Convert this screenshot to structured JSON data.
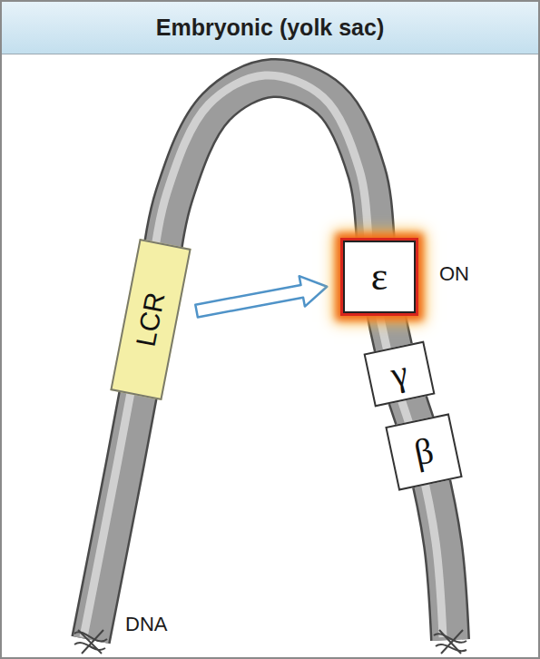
{
  "diagram": {
    "title": "Embryonic (yolk sac)",
    "nodes": [
      {
        "text": [
          "LCR"
        ]
      },
      {
        "text": [
          "ε"
        ]
      },
      {
        "text": [
          "γ"
        ]
      },
      {
        "text": [
          "β"
        ]
      }
    ],
    "edges": [
      {
        "from": 0,
        "to": 1,
        "arrow": "to"
      }
    ],
    "labels": [
      "ON",
      "DNA"
    ]
  }
}
